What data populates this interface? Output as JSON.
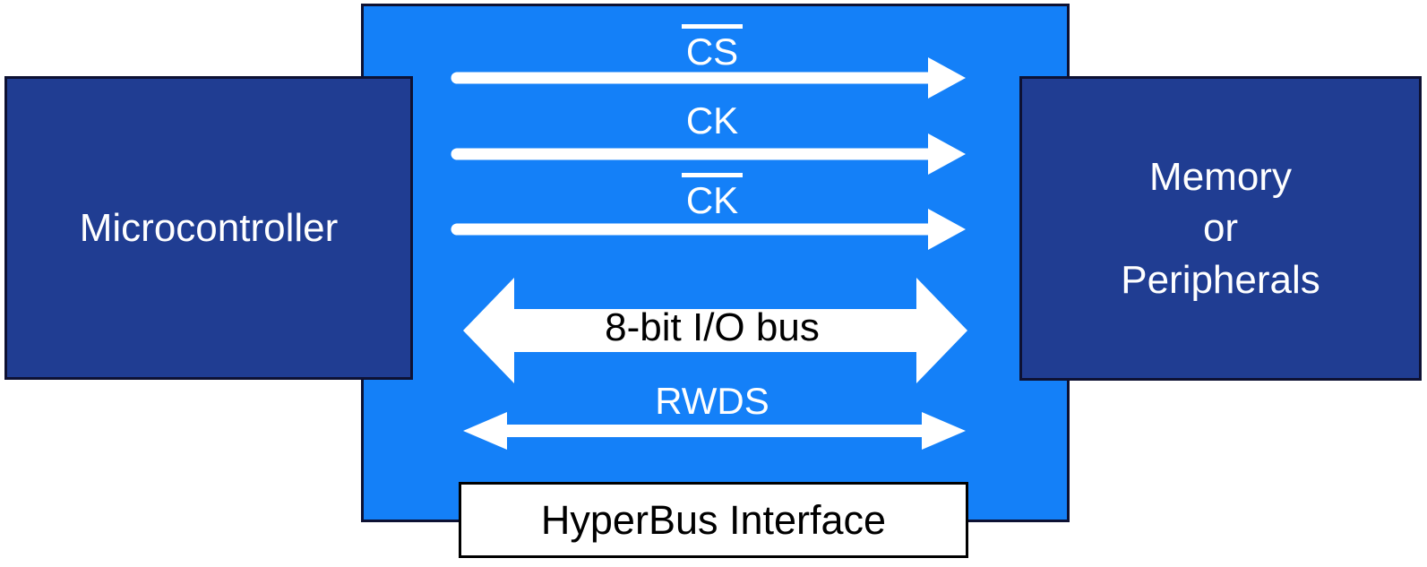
{
  "left_box": {
    "label": "Microcontroller"
  },
  "right_box": {
    "lines": [
      "Memory",
      "or",
      "Peripherals"
    ]
  },
  "interface_box": {
    "label": "HyperBus Interface"
  },
  "signals": [
    {
      "name": "CS",
      "overline": true,
      "direction": "microcontroller-to-memory"
    },
    {
      "name": "CK",
      "overline": false,
      "direction": "microcontroller-to-memory"
    },
    {
      "name": "CK",
      "overline": true,
      "direction": "microcontroller-to-memory"
    },
    {
      "name": "8-bit I/O bus",
      "overline": false,
      "direction": "bidirectional"
    },
    {
      "name": "RWDS",
      "overline": false,
      "direction": "bidirectional"
    }
  ],
  "colors": {
    "bus_blue": "#1480F8",
    "box_navy": "#203D92",
    "line_dark": "#0D1133",
    "label_on_blue": "#FFFFFF",
    "label_on_white": "#000000"
  }
}
